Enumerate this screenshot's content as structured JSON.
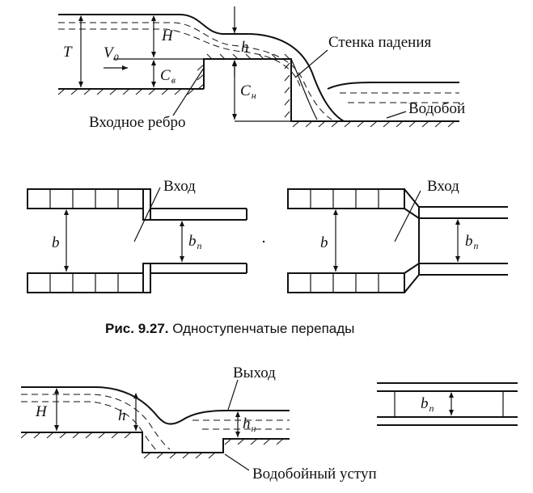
{
  "figure": {
    "caption_number": "Рис. 9.27.",
    "caption_text": " Одноступенчатые перепады"
  },
  "top_profile": {
    "label_T": "T",
    "label_H": "H",
    "label_V": "V",
    "label_V_sub": "0",
    "label_Cv": "C",
    "label_Cv_sub": "в",
    "label_Cn": "C",
    "label_Cn_sub": "н",
    "label_h": "h",
    "wall_label": "Стенка падения",
    "basin_label": "Водобой",
    "edge_label": "Входное ребро"
  },
  "plan_left": {
    "entrance_label": "Вход",
    "label_b": "b",
    "label_bn": "b",
    "label_bn_sub": "п"
  },
  "plan_right": {
    "entrance_label": "Вход",
    "label_b": "b",
    "label_bn": "b",
    "label_bn_sub": "п"
  },
  "bottom_profile": {
    "label_H": "H",
    "label_h": "h",
    "label_hn": "h",
    "label_hn_sub": "н",
    "exit_label": "Выход",
    "step_label": "Водобойный уступ"
  },
  "plan_small": {
    "label_bn": "b",
    "label_bn_sub": "п"
  }
}
